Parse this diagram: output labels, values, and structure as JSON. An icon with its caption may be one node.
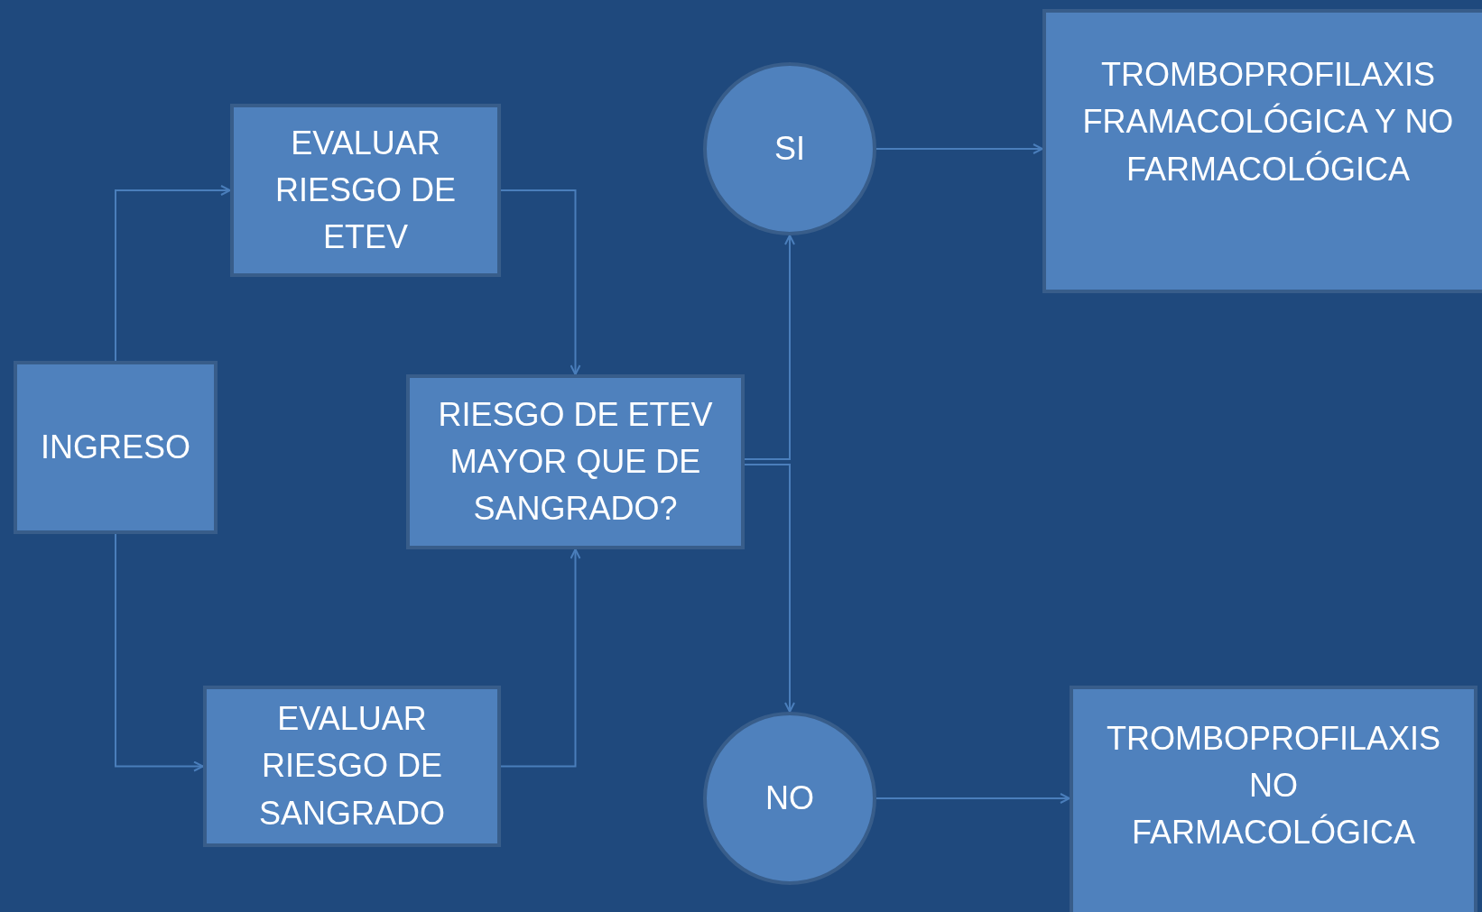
{
  "diagram": {
    "nodes": [
      {
        "text": [
          "INGRESO"
        ]
      },
      {
        "text": [
          "EVALUAR RIESGO DE ETEV"
        ]
      },
      {
        "text": [
          "EVALUAR RIESGO DE SANGRADO"
        ]
      },
      {
        "text": [
          "RIESGO DE ETEV MAYOR QUE DE SANGRADO?"
        ]
      },
      {
        "text": [
          "SI"
        ]
      },
      {
        "text": [
          "NO"
        ]
      },
      {
        "text": [
          "TROMBOPROFILAXIS FRAMACOLÓGICA Y NO FARMACOLÓGICA"
        ]
      },
      {
        "text": [
          "TROMBOPROFILAXIS NO FARMACOLÓGICA"
        ]
      }
    ],
    "edges": [
      {
        "from": 0,
        "to": 1,
        "arrow": "to"
      },
      {
        "from": 0,
        "to": 2,
        "arrow": "to"
      },
      {
        "from": 1,
        "to": 3,
        "arrow": "to"
      },
      {
        "from": 2,
        "to": 3,
        "arrow": "to"
      },
      {
        "from": 3,
        "to": 4,
        "arrow": "to"
      },
      {
        "from": 3,
        "to": 5,
        "arrow": "to"
      },
      {
        "from": 4,
        "to": 6,
        "arrow": "to"
      },
      {
        "from": 5,
        "to": 7,
        "arrow": "to"
      }
    ]
  }
}
